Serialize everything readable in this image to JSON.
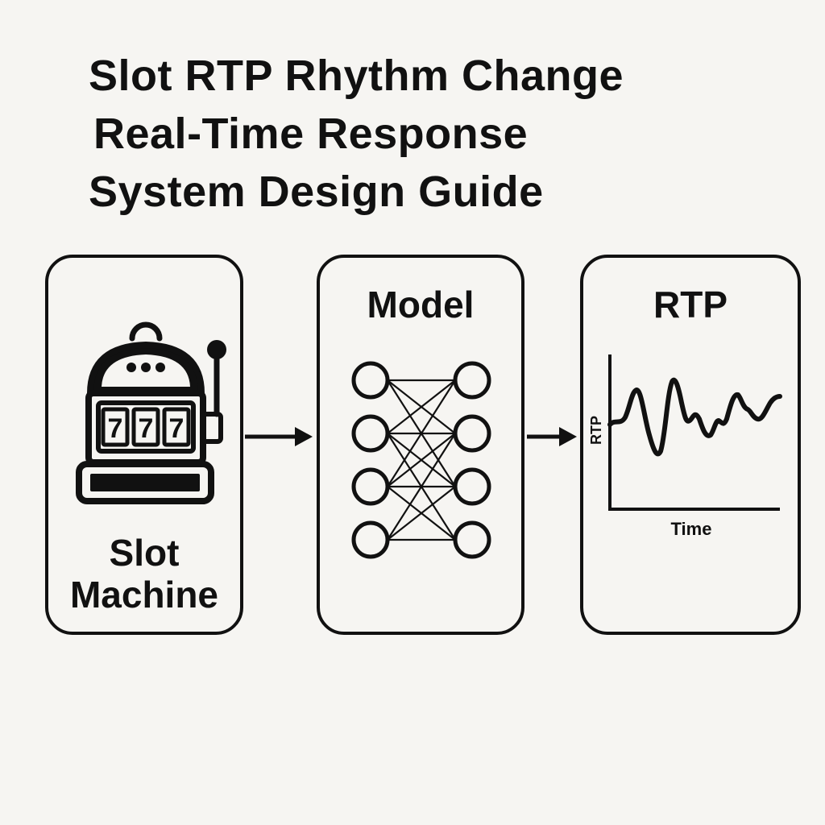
{
  "title": {
    "lines": [
      "Slot RTP Rhythm Change",
      "Real-Time Response",
      "System Design Guide"
    ]
  },
  "slot_box": {
    "label_line1": "Slot",
    "label_line2": "Machine",
    "reel_digits": [
      "7",
      "7",
      "7"
    ]
  },
  "model_box": {
    "label": "Model"
  },
  "rtp_box": {
    "title": "RTP",
    "y_axis_label": "RTP",
    "x_axis_label": "Time"
  },
  "icons": {
    "slot_machine": "slot-machine-icon",
    "neural_network": "neural-network-icon",
    "arrow": "arrow-right-icon"
  },
  "colors": {
    "background": "#f6f5f2",
    "ink": "#111111"
  }
}
